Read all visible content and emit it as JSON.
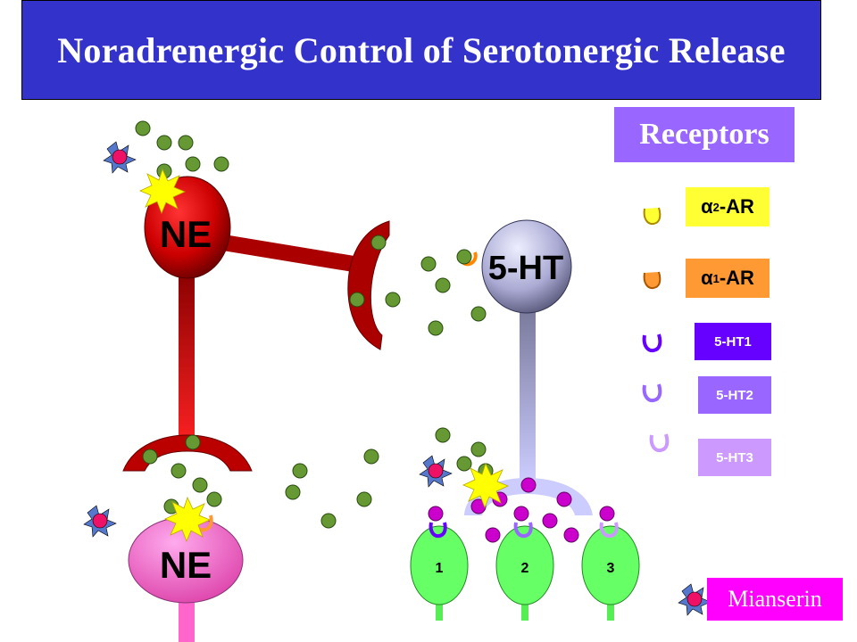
{
  "title": "Noradrenergic Control of Serotonergic Release",
  "neurons": {
    "ne_top": "NE",
    "serotonin": "5-HT",
    "ne_bottom": "NE"
  },
  "target_cells": [
    "1",
    "2",
    "3"
  ],
  "legend": {
    "header": "Receptors",
    "alpha_symbol": "α",
    "a2_sub": "2",
    "a2_suffix": "-AR",
    "a1_sub": "1",
    "a1_suffix": "-AR",
    "ht1": "5-HT1",
    "ht2": "5-HT2",
    "ht3": "5-HT3",
    "drug": "Mianserin"
  },
  "colors": {
    "title_bg": "#3333cc",
    "ne_neuron": "#cc0000",
    "ne_postsynaptic": "#ff66cc",
    "serotonin_neuron": "#9999cc",
    "norepinephrine_dot": "#669933",
    "serotonin_dot": "#cc00cc",
    "target_cell": "#66ff66",
    "alpha2_receptor": "#ffff33",
    "alpha1_receptor": "#ff9933",
    "ht1_receptor": "#6600ff",
    "ht2_receptor": "#9966ff",
    "ht3_receptor": "#cc99ff",
    "mianserin": "#ff00ff"
  },
  "icons": [
    "mianserin-molecule-icon",
    "blocking-starburst-icon",
    "receptor-cup-icon"
  ]
}
